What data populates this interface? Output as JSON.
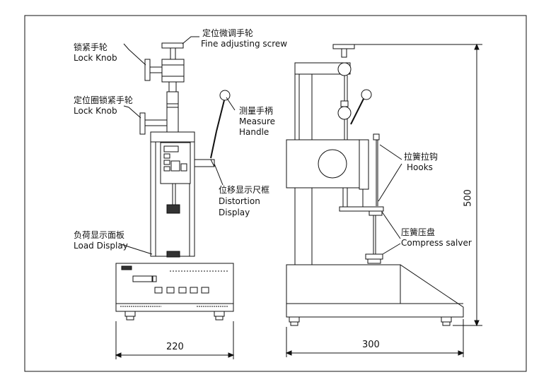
{
  "labels": {
    "fine_adjust_cn": "定位微调手轮",
    "fine_adjust_en": "Fine adjusting screw",
    "lock_knob_cn": "锁紧手轮",
    "lock_knob_en": "Lock Knob",
    "pos_lock_knob_cn": "定位圈锁紧手轮",
    "pos_lock_knob_en": "Lock Knob",
    "measure_handle_cn": "测量手柄",
    "measure_handle_en_1": "Measure",
    "measure_handle_en_2": "Handle",
    "distortion_cn": "位移显示尺框",
    "distortion_en_1": "Distortion",
    "distortion_en_2": "Display",
    "load_display_cn": "负荷显示面板",
    "load_display_en": "Load Display",
    "hooks_cn": "拉簧拉钩",
    "hooks_en": "Hooks",
    "compress_cn": "压簧压盘",
    "compress_en": "Compress salver"
  },
  "dimensions": {
    "width_front": "220",
    "width_side": "300",
    "height": "500"
  },
  "colors": {
    "line": "#111111",
    "background": "#ffffff"
  }
}
